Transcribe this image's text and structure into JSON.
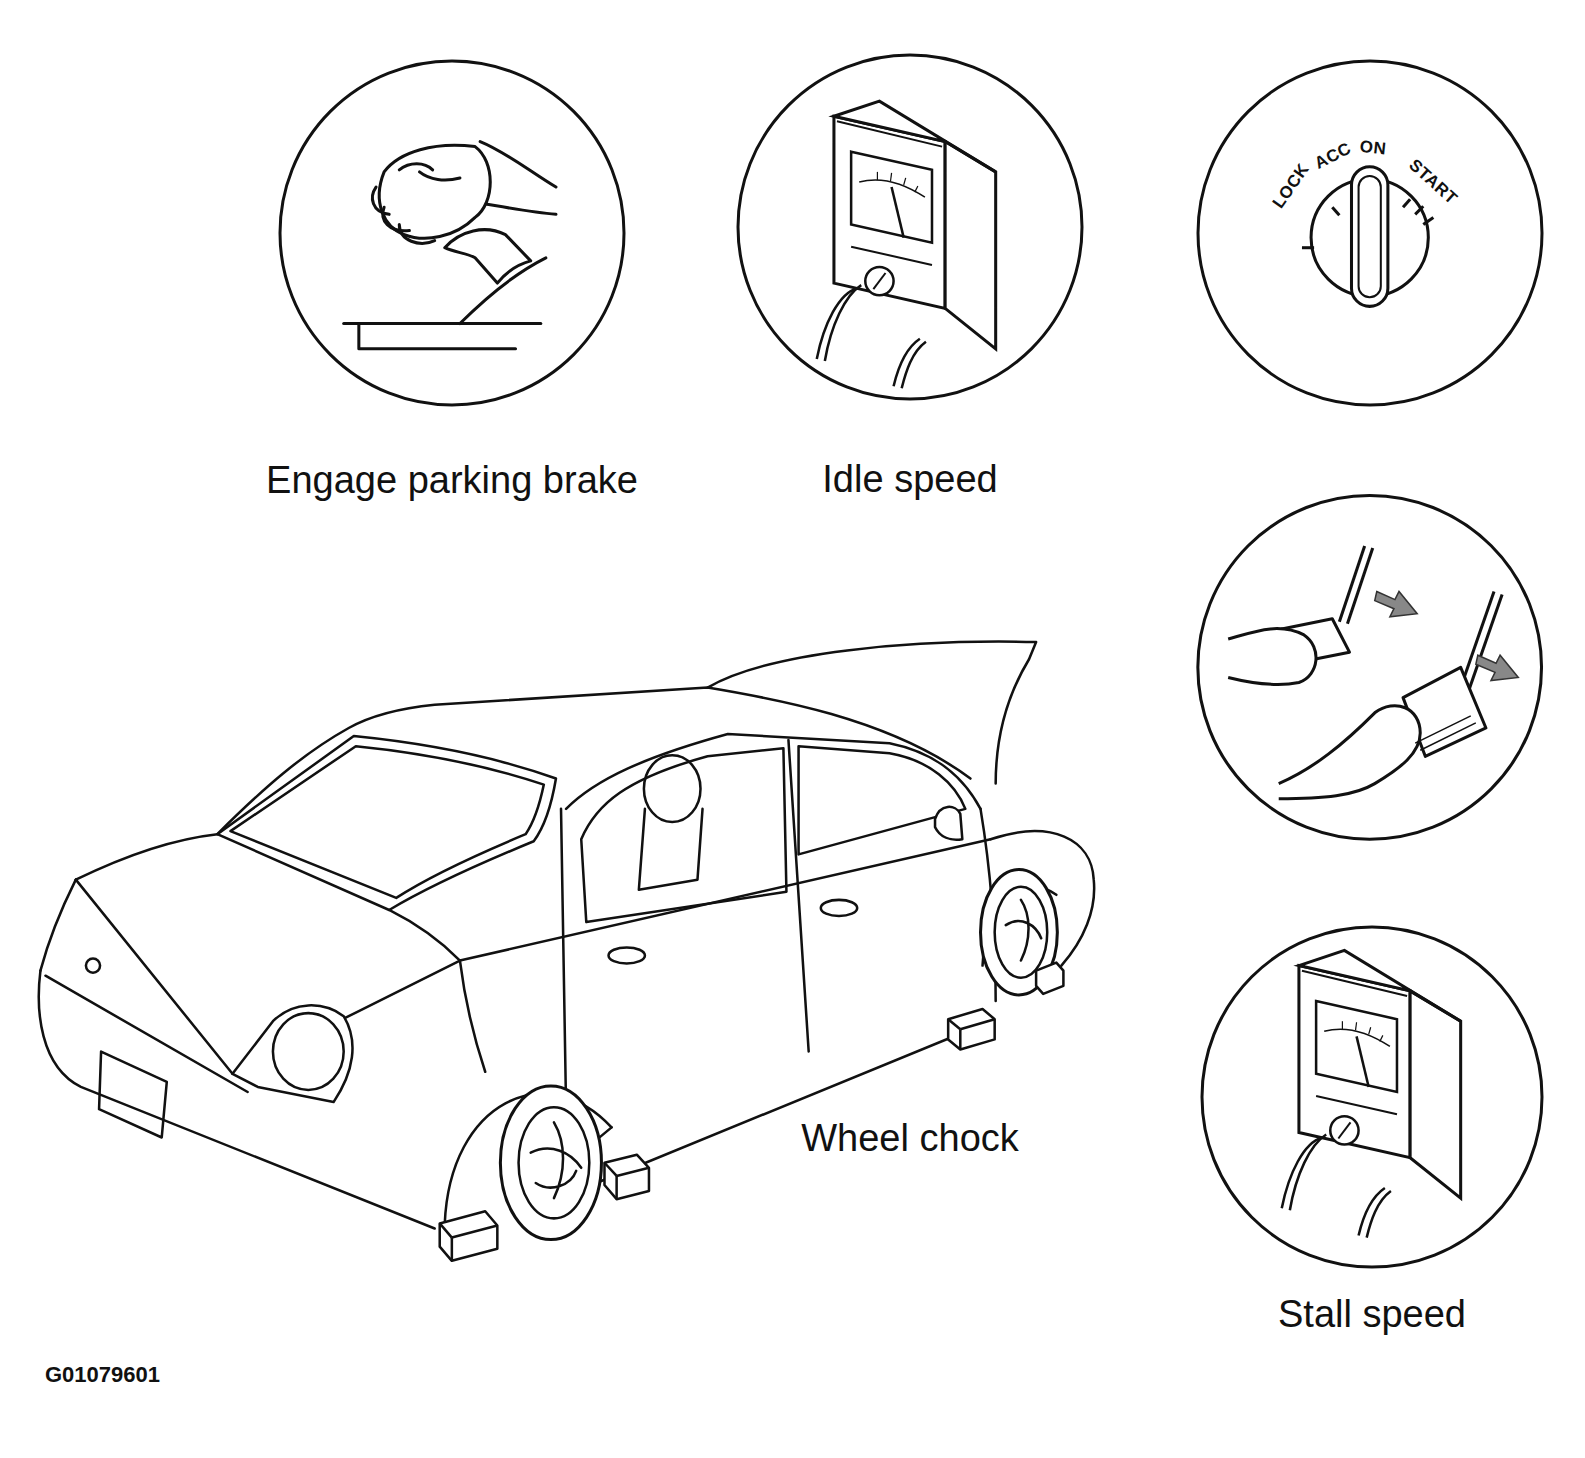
{
  "diagram": {
    "nodes": [
      {
        "text": [
          "Engage parking brake"
        ]
      },
      {
        "text": [
          "Idle speed"
        ]
      },
      {
        "text": [
          "LOCK",
          "ACC",
          "ON",
          "START"
        ]
      },
      {
        "text": [
          "Stall speed"
        ]
      }
    ],
    "labels": [
      "Wheel chock",
      "G01079601"
    ]
  }
}
